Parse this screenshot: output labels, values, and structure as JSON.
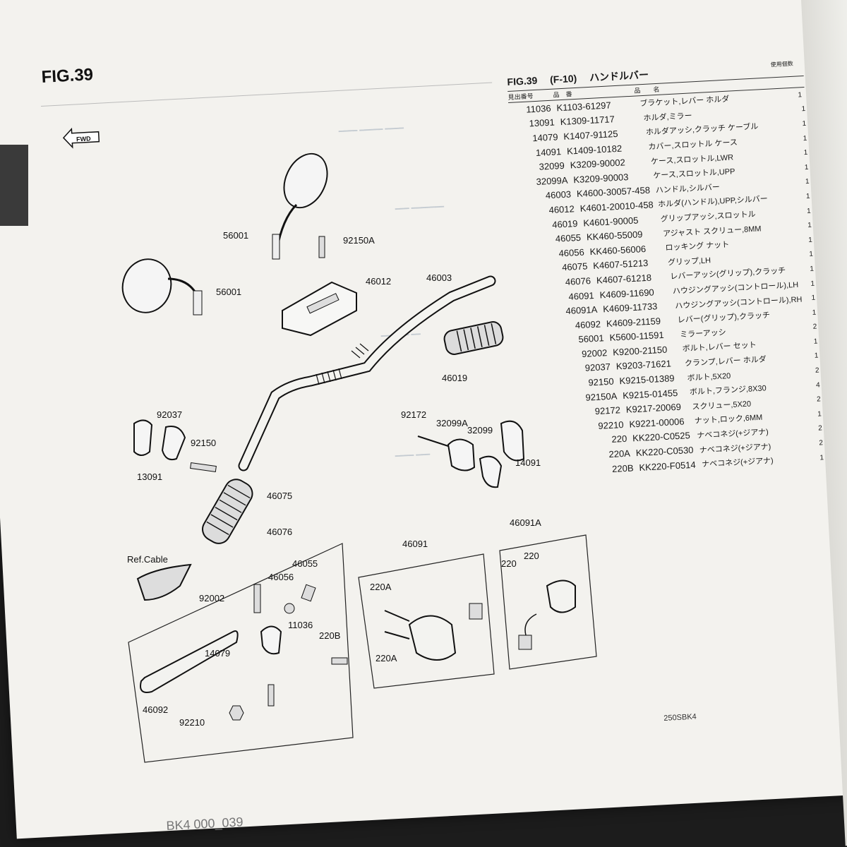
{
  "left_title": "FIG.39",
  "fwd_label": "FWD",
  "table": {
    "title_fig": "FIG.39",
    "title_code": "(F-10)",
    "title_name": "ハンドルバー",
    "qty_header": "使用個数",
    "header_ref": "見出番号",
    "header_part": "品　番",
    "header_name": "品　　名",
    "rows": [
      {
        "ref": "11036",
        "part": "K1103-61297",
        "name": "ブラケット,レバー ホルダ",
        "qty": "1"
      },
      {
        "ref": "13091",
        "part": "K1309-11717",
        "name": "ホルダ,ミラー",
        "qty": "1"
      },
      {
        "ref": "14079",
        "part": "K1407-91125",
        "name": "ホルダアッシ,クラッチ ケーブル",
        "qty": "1"
      },
      {
        "ref": "14091",
        "part": "K1409-10182",
        "name": "カバー,スロットル ケース",
        "qty": "1"
      },
      {
        "ref": "32099",
        "part": "K3209-90002",
        "name": "ケース,スロットル,LWR",
        "qty": "1"
      },
      {
        "ref": "32099A",
        "part": "K3209-90003",
        "name": "ケース,スロットル,UPP",
        "qty": "1"
      },
      {
        "ref": "46003",
        "part": "K4600-30057-458",
        "name": "ハンドル,シルバー",
        "qty": "1"
      },
      {
        "ref": "46012",
        "part": "K4601-20010-458",
        "name": "ホルダ(ハンドル),UPP,シルバー",
        "qty": "1"
      },
      {
        "ref": "46019",
        "part": "K4601-90005",
        "name": "グリップアッシ,スロットル",
        "qty": "1"
      },
      {
        "ref": "46055",
        "part": "KK460-55009",
        "name": "アジャスト スクリュー,8MM",
        "qty": "1"
      },
      {
        "ref": "46056",
        "part": "KK460-56006",
        "name": "ロッキング ナット",
        "qty": "1"
      },
      {
        "ref": "46075",
        "part": "K4607-51213",
        "name": "グリップ,LH",
        "qty": "1"
      },
      {
        "ref": "46076",
        "part": "K4607-61218",
        "name": "レバーアッシ(グリップ),クラッチ",
        "qty": "1"
      },
      {
        "ref": "46091",
        "part": "K4609-11690",
        "name": "ハウジングアッシ(コントロール),LH",
        "qty": "1"
      },
      {
        "ref": "46091A",
        "part": "K4609-11733",
        "name": "ハウジングアッシ(コントロール),RH",
        "qty": "1"
      },
      {
        "ref": "46092",
        "part": "K4609-21159",
        "name": "レバー(グリップ),クラッチ",
        "qty": "1"
      },
      {
        "ref": "56001",
        "part": "K5600-11591",
        "name": "ミラーアッシ",
        "qty": "2"
      },
      {
        "ref": "92002",
        "part": "K9200-21150",
        "name": "ボルト,レバー セット",
        "qty": "1"
      },
      {
        "ref": "92037",
        "part": "K9203-71621",
        "name": "クランプ,レバー ホルダ",
        "qty": "1"
      },
      {
        "ref": "92150",
        "part": "K9215-01389",
        "name": "ボルト,5X20",
        "qty": "2"
      },
      {
        "ref": "92150A",
        "part": "K9215-01455",
        "name": "ボルト,フランジ,8X30",
        "qty": "4"
      },
      {
        "ref": "92172",
        "part": "K9217-20069",
        "name": "スクリュー,5X20",
        "qty": "2"
      },
      {
        "ref": "92210",
        "part": "K9221-00006",
        "name": "ナット,ロック,6MM",
        "qty": "1"
      },
      {
        "ref": "220",
        "part": "KK220-C0525",
        "name": "ナベコネジ(+ジアナ)",
        "qty": "2"
      },
      {
        "ref": "220A",
        "part": "KK220-C0530",
        "name": "ナベコネジ(+ジアナ)",
        "qty": "2"
      },
      {
        "ref": "220B",
        "part": "KK220-F0514",
        "name": "ナベコネジ(+ジアナ)",
        "qty": "1"
      }
    ]
  },
  "diagram_labels": {
    "l56001a": "56001",
    "l56001b": "56001",
    "l92150A": "92150A",
    "l46012": "46012",
    "l46003": "46003",
    "l46019": "46019",
    "l92037": "92037",
    "l92150": "92150",
    "l13091": "13091",
    "l92172": "92172",
    "l32099A": "32099A",
    "l32099": "32099",
    "l14091": "14091",
    "l46075": "46075",
    "l46076": "46076",
    "lrefcable": "Ref.Cable",
    "l46055": "46055",
    "l46056": "46056",
    "l92002": "92002",
    "l11036": "11036",
    "l220B": "220B",
    "l14079": "14079",
    "l46092": "46092",
    "l92210": "92210",
    "l46091": "46091",
    "l220Aa": "220A",
    "l220Ab": "220A",
    "l46091A": "46091A",
    "l220a": "220",
    "l220b": "220"
  },
  "footer_code": "250SBK4",
  "bottom_ghost": "BK4 000_039"
}
